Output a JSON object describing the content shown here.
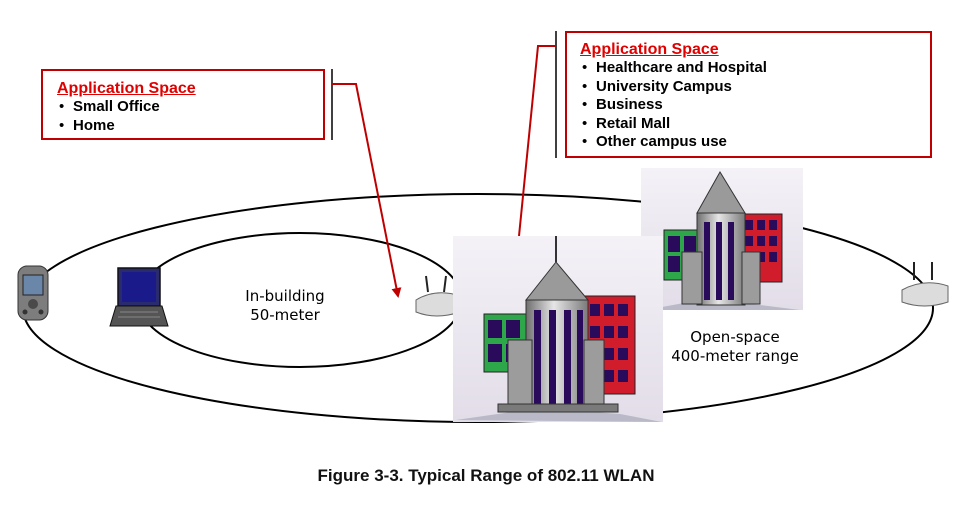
{
  "callout_small": {
    "title": "Application Space",
    "items": [
      "Small Office",
      "Home"
    ]
  },
  "callout_large": {
    "title": "Application Space",
    "items": [
      "Healthcare and Hospital",
      "University Campus",
      "Business",
      "Retail Mall",
      "Other campus use"
    ]
  },
  "labels": {
    "inbuilding_line1": "In-building",
    "inbuilding_line2": "50-meter",
    "openspace_line1": "Open-space",
    "openspace_line2": "400-meter range"
  },
  "caption": "Figure 3-3. Typical Range of 802.11 WLAN",
  "colors": {
    "callout_border": "#c00000",
    "callout_title": "#e00000",
    "arrow": "#c00000"
  },
  "icons": [
    "pda-icon",
    "laptop-icon",
    "access-point-icon",
    "building-icon"
  ]
}
